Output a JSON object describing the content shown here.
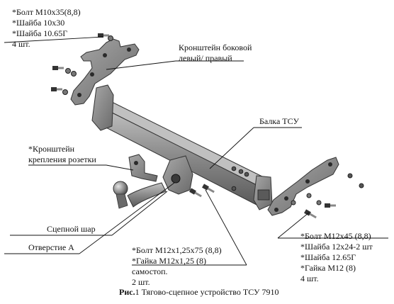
{
  "labels": {
    "bolt_top": [
      "*Болт М10х35(8,8)",
      "*Шайба 10х30",
      "*Шайба 10.65Г",
      " 4 шт."
    ],
    "bracket_side": [
      "Кронштейн боковой",
      "левый/ правый"
    ],
    "beam": "Балка ТСУ",
    "socket_bracket": [
      "*Кронштейн",
      "крепления розетки"
    ],
    "tow_ball": "Сцепной шар",
    "hole_a": "Отверстие А",
    "bolt_center": [
      "*Болт М12х1,25х75 (8,8)",
      "*Гайка М12х1,25  (8)",
      "самостоп.",
      "     2 шт."
    ],
    "bolt_right": [
      "*Болт М12х45 (8,8)",
      "*Шайба 12х24-2 шт",
      "*Шайба 12.65Г",
      "*Гайка М12 (8)",
      "   4 шт."
    ]
  },
  "caption": {
    "prefix": "Рис.",
    "text": "1 Тягово-сцепное устройство ТСУ 7910"
  },
  "colors": {
    "metal": "#8c8c8c",
    "metal_dark": "#4a4a4a",
    "metal_light": "#b8b8b8",
    "line": "#111111"
  }
}
